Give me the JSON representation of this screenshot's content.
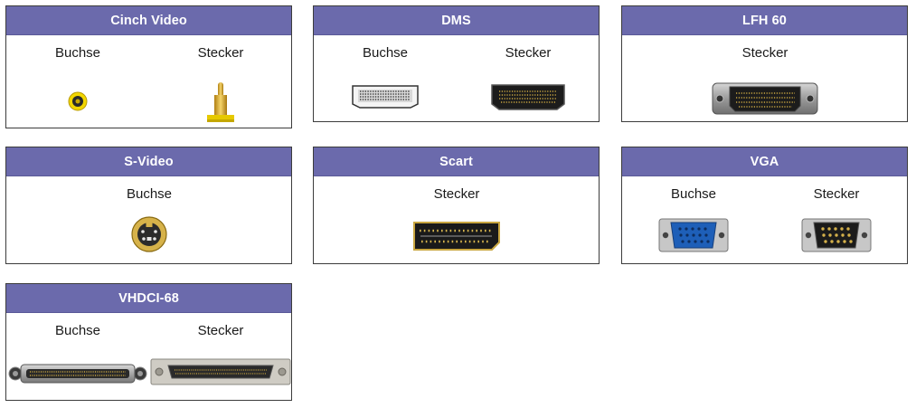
{
  "colors": {
    "header_bg": "#6b6aac",
    "header_text": "#ffffff",
    "border": "#3c3c3c"
  },
  "cards": [
    {
      "title": "Cinch Video",
      "labels": [
        "Buchse",
        "Stecker"
      ],
      "icons": [
        "rca-socket-icon",
        "rca-plug-icon"
      ]
    },
    {
      "title": "DMS",
      "labels": [
        "Buchse",
        "Stecker"
      ],
      "icons": [
        "dms-socket-icon",
        "dms-plug-icon"
      ]
    },
    {
      "title": "LFH 60",
      "labels": [
        "Stecker"
      ],
      "icons": [
        "lfh60-plug-icon"
      ]
    },
    {
      "title": "S-Video",
      "labels": [
        "Buchse"
      ],
      "icons": [
        "svideo-socket-icon"
      ]
    },
    {
      "title": "Scart",
      "labels": [
        "Stecker"
      ],
      "icons": [
        "scart-plug-icon"
      ]
    },
    {
      "title": "VGA",
      "labels": [
        "Buchse",
        "Stecker"
      ],
      "icons": [
        "vga-socket-icon",
        "vga-plug-icon"
      ]
    },
    {
      "title": "VHDCI-68",
      "labels": [
        "Buchse",
        "Stecker"
      ],
      "icons": [
        "vhdci-socket-icon",
        "vhdci-plug-icon"
      ]
    }
  ]
}
